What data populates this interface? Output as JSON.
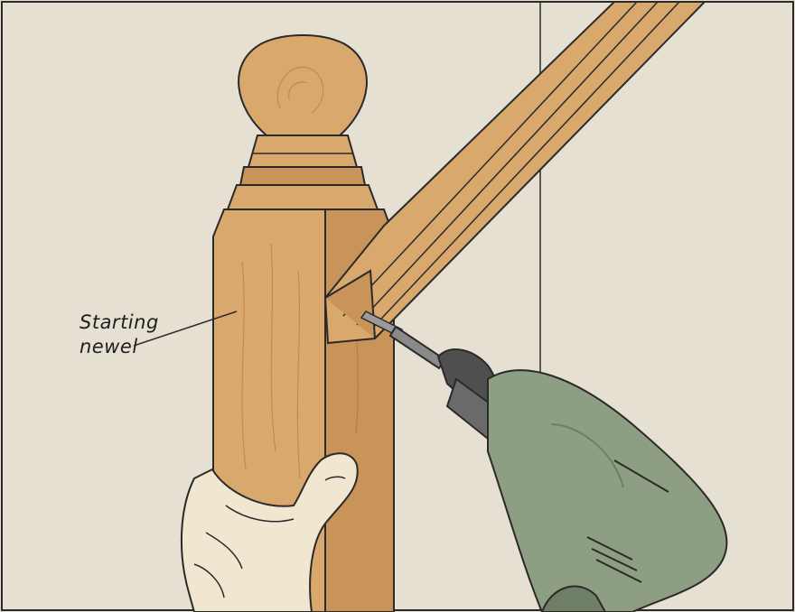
{
  "illustration": {
    "subject": "drill-driver-securing-handrail-to-newel",
    "callout": {
      "line1": "Starting",
      "line2": "newel"
    },
    "colors": {
      "wall": "#e6e0d2",
      "wood": "#d9a86c",
      "wood_dark": "#c9945a",
      "wood_light": "#e4b67c",
      "grain": "#c08a4f",
      "drill_body": "#8e9e83",
      "drill_dark": "#6f7f66",
      "drill_chuck": "#4f4f4f",
      "skin": "#f1e6cf",
      "outline": "#2a2a2a"
    },
    "icons": [
      "newel-post",
      "handrail",
      "power-drill",
      "hand"
    ]
  }
}
